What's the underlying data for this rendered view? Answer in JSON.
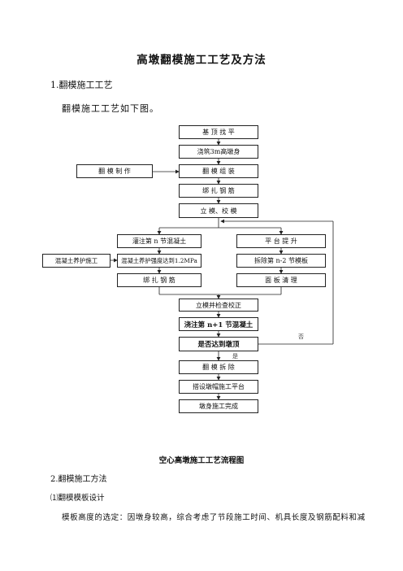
{
  "doc": {
    "title": "高墩翻模施工工艺及方法",
    "section1_heading": "1.翻模施工工艺",
    "section1_text": "翻模施工工艺如下图。",
    "figure_caption": "空心高墩施工工艺流程图",
    "section2_heading": "2.翻模施工方法",
    "subsection1_heading": "⑴翻模模板设计",
    "subsection1_text": "模板高度的选定：因墩身较高，综合考虑了节段施工时间、机具长度及钢筋配料和减"
  },
  "flow": {
    "step1": "基 顶 找 平",
    "step2": "浇筑3m高墩身",
    "side_left": "翻 模 制 作",
    "step3": "翻 模 组 装",
    "step4": "绑 扎 钢 筋",
    "step5": "立 模、校 模",
    "left1": "灌注第 n 节混凝土",
    "left2": "混凝土养护强度达到1.2MPa",
    "left3": "绑 扎 钢 筋",
    "left_side": "混凝土养护施工",
    "right1": "平 台 提 升",
    "right2": "拆除第 n-2 节模板",
    "right3": "面 板 清 理",
    "step6": "立模并检查校正",
    "step7": "浇注第 n+1 节混凝土",
    "step8": "是否达到墩顶",
    "no_label": "否",
    "yes_label": "是",
    "step9": "翻 模 拆 除",
    "step10": "搭设墩帽施工平台",
    "step11": "墩身施工完成"
  }
}
